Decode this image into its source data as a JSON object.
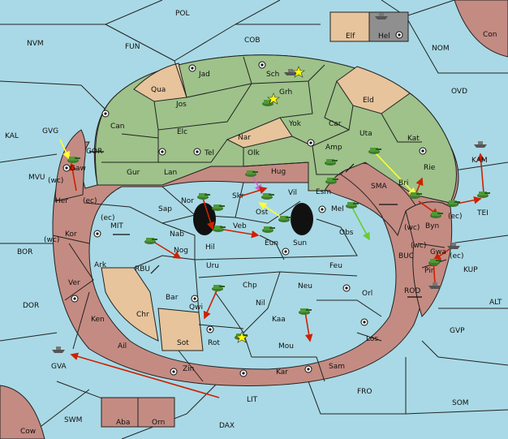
{
  "title": "",
  "colors": {
    "sea": "#a9d9e6",
    "green": "#9ec28a",
    "red": "#c48b82",
    "tan": "#e7c49b",
    "grey": "#8f8f8f",
    "arrow_red": "#cc2200",
    "arrow_yellow": "#ffff33",
    "arrow_green": "#66cc33",
    "arrow_pink": "#cc66cc"
  },
  "provinces": [
    {
      "id": "POL",
      "label": "POL"
    },
    {
      "id": "NVM",
      "label": "NVM"
    },
    {
      "id": "FUN",
      "label": "FUN"
    },
    {
      "id": "COB",
      "label": "COB"
    },
    {
      "id": "Elf",
      "label": "Elf"
    },
    {
      "id": "Hel",
      "label": "Hel"
    },
    {
      "id": "Con",
      "label": "Con"
    },
    {
      "id": "NOM",
      "label": "NOM"
    },
    {
      "id": "OVD",
      "label": "OVD"
    },
    {
      "id": "KAL",
      "label": "KAL"
    },
    {
      "id": "GVG",
      "label": "GVG"
    },
    {
      "id": "GOR",
      "label": "GOR"
    },
    {
      "id": "Jad",
      "label": "Jad"
    },
    {
      "id": "Sch",
      "label": "Sch"
    },
    {
      "id": "Qua",
      "label": "Qua"
    },
    {
      "id": "Jos",
      "label": "Jos"
    },
    {
      "id": "Grh",
      "label": "Grh"
    },
    {
      "id": "Eld",
      "label": "Eld"
    },
    {
      "id": "Can",
      "label": "Can"
    },
    {
      "id": "Nar",
      "label": "Nar"
    },
    {
      "id": "Yok",
      "label": "Yok"
    },
    {
      "id": "Car",
      "label": "Car"
    },
    {
      "id": "Uta",
      "label": "Uta"
    },
    {
      "id": "Kat",
      "label": "Kat"
    },
    {
      "id": "Elc",
      "label": "Elc"
    },
    {
      "id": "Tel",
      "label": "Tel"
    },
    {
      "id": "Olk",
      "label": "Olk"
    },
    {
      "id": "Amp",
      "label": "Amp"
    },
    {
      "id": "KAM",
      "label": "KAM"
    },
    {
      "id": "Gur",
      "label": "Gur"
    },
    {
      "id": "Lan",
      "label": "Lan"
    },
    {
      "id": "Hug",
      "label": "Hug"
    },
    {
      "id": "Rie",
      "label": "Rie"
    },
    {
      "id": "Gaw",
      "label": "Gaw"
    },
    {
      "id": "Esm",
      "label": "Esm"
    },
    {
      "id": "SMA",
      "label": "SMA"
    },
    {
      "id": "Bri",
      "label": "Bri"
    },
    {
      "id": "MVU",
      "label": "MVU"
    },
    {
      "id": "Her",
      "label": "Her"
    },
    {
      "id": "Nor",
      "label": "Nor"
    },
    {
      "id": "Skr",
      "label": "Skr"
    },
    {
      "id": "Vil",
      "label": "Vil"
    },
    {
      "id": "TEI",
      "label": "TEI"
    },
    {
      "id": "Sap",
      "label": "Sap"
    },
    {
      "id": "Ost",
      "label": "Ost"
    },
    {
      "id": "Mel",
      "label": "Mel"
    },
    {
      "id": "Byn",
      "label": "Byn"
    },
    {
      "id": "MIT",
      "label": "MIT"
    },
    {
      "id": "Kor",
      "label": "Kor"
    },
    {
      "id": "Veb",
      "label": "Veb"
    },
    {
      "id": "Nab",
      "label": "Nab"
    },
    {
      "id": "Eun",
      "label": "Eun"
    },
    {
      "id": "Obs",
      "label": "Obs"
    },
    {
      "id": "Hil",
      "label": "Hil"
    },
    {
      "id": "Sun",
      "label": "Sun"
    },
    {
      "id": "Gwa",
      "label": "Gwa"
    },
    {
      "id": "BOR",
      "label": "BOR"
    },
    {
      "id": "Nog",
      "label": "Nog"
    },
    {
      "id": "KUP",
      "label": "KUP"
    },
    {
      "id": "BUC",
      "label": "BUC"
    },
    {
      "id": "Ark",
      "label": "Ark"
    },
    {
      "id": "RBU",
      "label": "RBU"
    },
    {
      "id": "Uru",
      "label": "Uru"
    },
    {
      "id": "Feu",
      "label": "Feu"
    },
    {
      "id": "Pir",
      "label": "Pir"
    },
    {
      "id": "Ver",
      "label": "Ver"
    },
    {
      "id": "Chp",
      "label": "Chp"
    },
    {
      "id": "Neu",
      "label": "Neu"
    },
    {
      "id": "Orl",
      "label": "Orl"
    },
    {
      "id": "ROD",
      "label": "ROD"
    },
    {
      "id": "Bar",
      "label": "Bar"
    },
    {
      "id": "Qwi",
      "label": "Qwi"
    },
    {
      "id": "Nil",
      "label": "Nil"
    },
    {
      "id": "DOR",
      "label": "DOR"
    },
    {
      "id": "Chr",
      "label": "Chr"
    },
    {
      "id": "Ken",
      "label": "Ken"
    },
    {
      "id": "Kaa",
      "label": "Kaa"
    },
    {
      "id": "ALT",
      "label": "ALT"
    },
    {
      "id": "Rot",
      "label": "Rot"
    },
    {
      "id": "GVP",
      "label": "GVP"
    },
    {
      "id": "Ail",
      "label": "Ail"
    },
    {
      "id": "Sot",
      "label": "Sot"
    },
    {
      "id": "Mou",
      "label": "Mou"
    },
    {
      "id": "Los",
      "label": "Los"
    },
    {
      "id": "GVA",
      "label": "GVA"
    },
    {
      "id": "Zin",
      "label": "Zin"
    },
    {
      "id": "Kar",
      "label": "Kar"
    },
    {
      "id": "Sam",
      "label": "Sam"
    },
    {
      "id": "FRO",
      "label": "FRO"
    },
    {
      "id": "LIT",
      "label": "LIT"
    },
    {
      "id": "SOM",
      "label": "SOM"
    },
    {
      "id": "SWM",
      "label": "SWM"
    },
    {
      "id": "Aba",
      "label": "Aba"
    },
    {
      "id": "Orn",
      "label": "Orn"
    },
    {
      "id": "DAX",
      "label": "DAX"
    },
    {
      "id": "Cow",
      "label": "Cow"
    }
  ],
  "coast_labels": [
    "(wc)",
    "(ec)",
    "(ec)",
    "(wc)",
    "(wc)",
    "(ec)",
    "(wc)",
    "(ec)"
  ],
  "units": {
    "armies": 22,
    "fleets": 6
  }
}
